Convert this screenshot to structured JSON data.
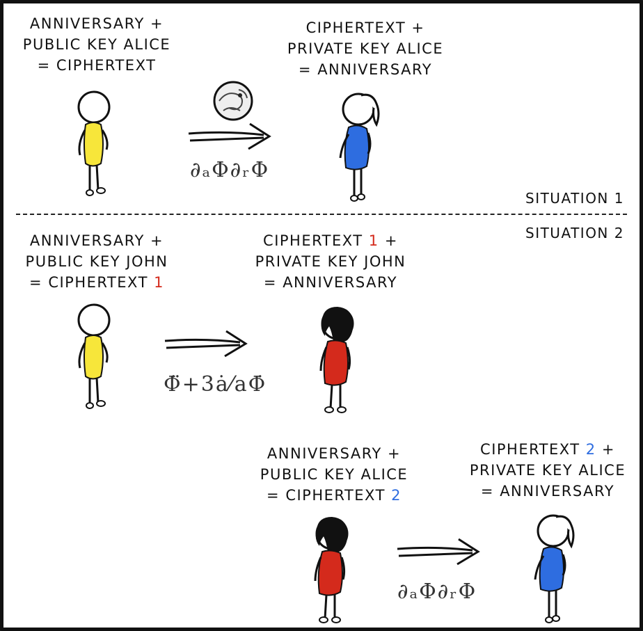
{
  "situation1": {
    "label": "Situation 1",
    "left_caption": [
      "Anniversary +",
      "Public key Alice",
      "= ciphertext"
    ],
    "right_caption": [
      "Ciphertext +",
      "Private key Alice",
      "= anniversary"
    ],
    "formula": "∂ₐΦ∂ᵣΦ"
  },
  "situation2": {
    "label": "Situation 2",
    "top_left_caption": {
      "l1": "Anniversary +",
      "l2": "Public key John",
      "l3_pre": "= ciphertext ",
      "l3_num": "1"
    },
    "top_right_caption": {
      "l1_pre": "Ciphertext ",
      "l1_num": "1",
      "l1_post": " +",
      "l2": "Private key John",
      "l3": "= anniversary"
    },
    "top_formula": "Φ̈+3ȧ⁄aΦ̇",
    "bottom_left_caption": {
      "l1": "Anniversary +",
      "l2": "Public key Alice",
      "l3_pre": "= ciphertext ",
      "l3_num": "2"
    },
    "bottom_right_caption": {
      "l1_pre": "Ciphertext ",
      "l1_num": "2",
      "l1_post": " +",
      "l2": "Private key Alice",
      "l3": "= anniversary"
    },
    "bottom_formula": "∂ₐΦ∂ᵣΦ"
  },
  "colors": {
    "yellow_figure": "#f7e63a",
    "blue_figure": "#2e6de0",
    "red_figure": "#d42a1c",
    "highlight_red": "#d42a1c",
    "highlight_blue": "#2e6de0"
  }
}
